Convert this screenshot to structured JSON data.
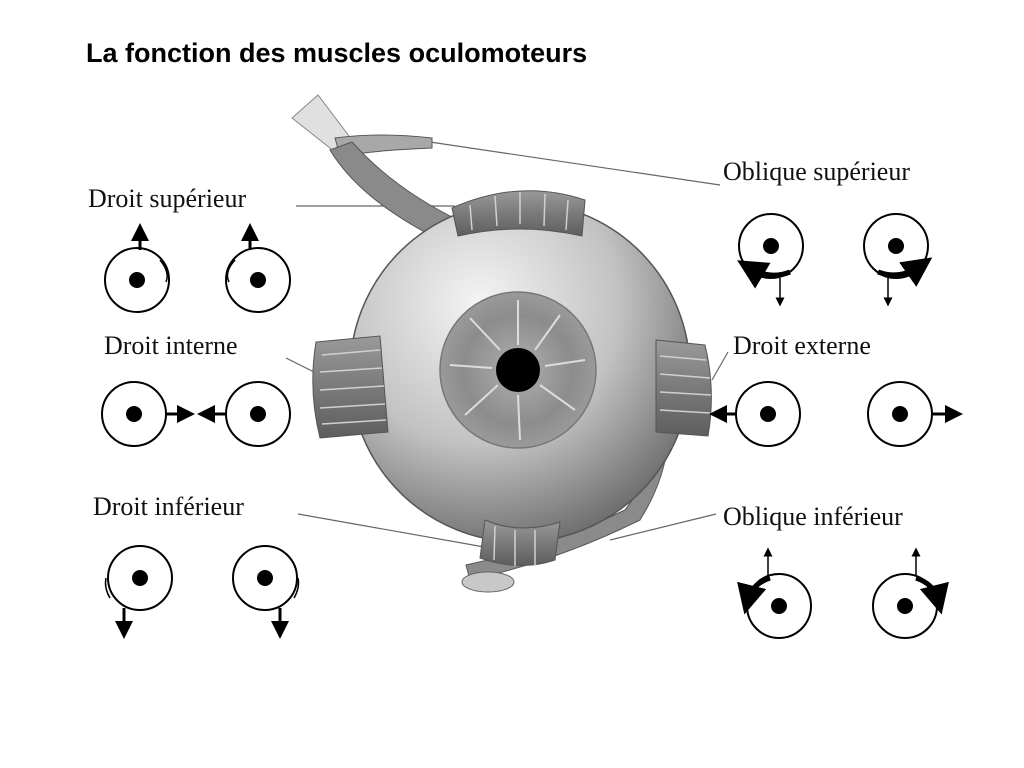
{
  "title": "La fonction des muscles oculomoteurs",
  "labels": {
    "superior_rectus": "Droit supérieur",
    "medial_rectus": "Droit interne",
    "inferior_rectus": "Droit inférieur",
    "superior_oblique": "Oblique supérieur",
    "lateral_rectus": "Droit externe",
    "inferior_oblique": "Oblique inférieur"
  }
}
